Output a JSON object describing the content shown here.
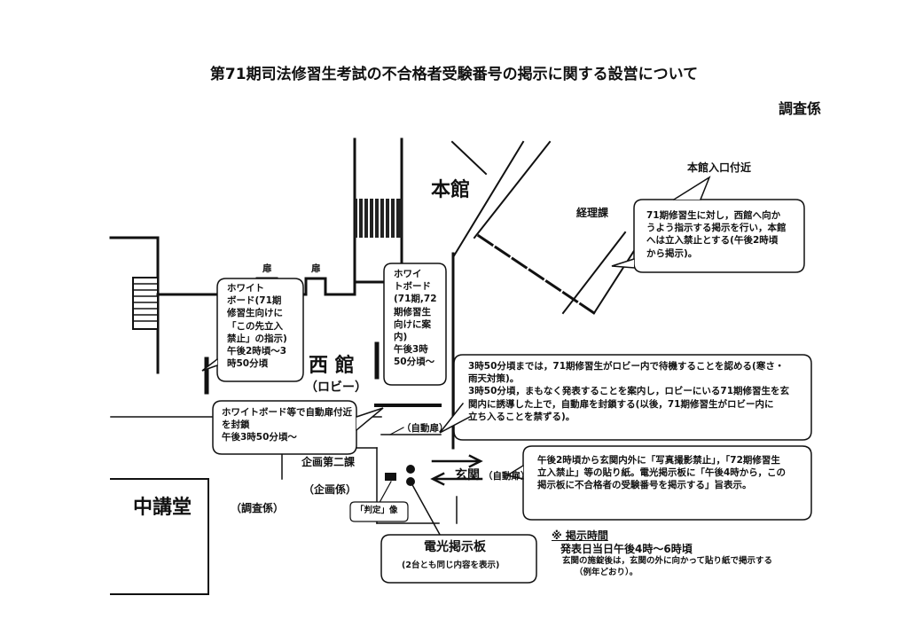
{
  "document": {
    "title": "第71期司法修習生考試の不合格者受験番号の掲示に関する設営について",
    "author": "調査係"
  },
  "rooms": {
    "honkan": "本館",
    "keiri": "経理課",
    "honkan_entrance": "本館入口付近",
    "tobira_1": "扉",
    "tobira_2": "扉",
    "nishikan": "西 館",
    "lobby": "（ロビー）",
    "chukodo": "中講堂",
    "kikaku_2": "企画第二課",
    "kikaku": "（企画係）",
    "chosa": "（調査係）",
    "jidoutobira_1": "（自動扉）",
    "genkan": "玄関",
    "jidoutobira_2": "（自動扉）",
    "hantei": "「判定」像"
  },
  "notes": {
    "wb_left": [
      "ホワイト",
      "ボード(71期",
      "修習生向けに",
      "「この先立入",
      "禁止」の指示)",
      "午後2時頃～3",
      "時50分頃"
    ],
    "wb_right": [
      "ホワイ",
      "トボード",
      "(71期,72",
      "期修習生",
      "向けに案",
      "内)",
      "午後3時",
      "50分頃～"
    ],
    "seal": [
      "ホワイトボード等で自動扉付近",
      "を封鎖",
      "午後3時50分頃～"
    ],
    "honkan_note": [
      "71期修習生に対し，西館へ向か",
      "うよう指示する掲示を行い，本館",
      "へは立入禁止とする(午後2時頃",
      "から掲示)。"
    ],
    "lobby_note": [
      "3時50分頃までは，71期修習生がロビー内で待機することを認める(寒さ・",
      "雨天対策)。",
      "3時50分頃，まもなく発表することを案内し，ロビーにいる71期修習生を玄",
      "関内に誘導した上で，自動扉を封鎖する(以後，71期修習生がロビー内に",
      "立ち入ることを禁ずる)。"
    ],
    "genkan_note": [
      "午後2時頃から玄関内外に「写真撮影禁止」，「72期修習生",
      "立入禁止」等の貼り紙。電光掲示板に「午後4時から，この",
      "掲示板に不合格者の受験番号を掲示する」旨表示。"
    ],
    "board_title": "電光掲示板",
    "board_sub": "(2台とも同じ内容を表示)"
  },
  "schedule": {
    "heading": "※  掲示時間",
    "line1": "発表日当日午後4時～6時頃",
    "line2": "玄関の施錠後は，玄関の外に向かって貼り紙で掲示する",
    "line3": "（例年どおり）。"
  },
  "colors": {
    "ink": "#111111",
    "paper": "#ffffff"
  }
}
